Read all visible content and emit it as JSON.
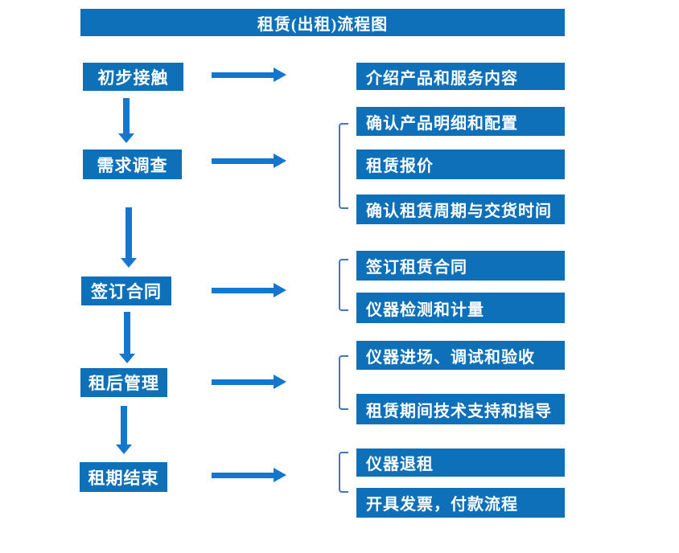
{
  "title": "租赁(出租)流程图",
  "colors": {
    "box_blue": "#0d70b8",
    "arrow_blue": "#1377cd",
    "bracket_blue": "#4677b4"
  },
  "steps": [
    {
      "label": "初步接触",
      "outputs": [
        "介绍产品和服务内容"
      ]
    },
    {
      "label": "需求调查",
      "outputs": [
        "确认产品明细和配置",
        "租赁报价",
        "确认租赁周期与交货时间"
      ]
    },
    {
      "label": "签订合同",
      "outputs": [
        "签订租赁合同",
        "仪器检测和计量"
      ]
    },
    {
      "label": "租后管理",
      "outputs": [
        "仪器进场、调试和验收",
        "租赁期间技术支持和指导"
      ]
    },
    {
      "label": "租期结束",
      "outputs": [
        "仪器退租",
        "开具发票，付款流程"
      ]
    }
  ]
}
